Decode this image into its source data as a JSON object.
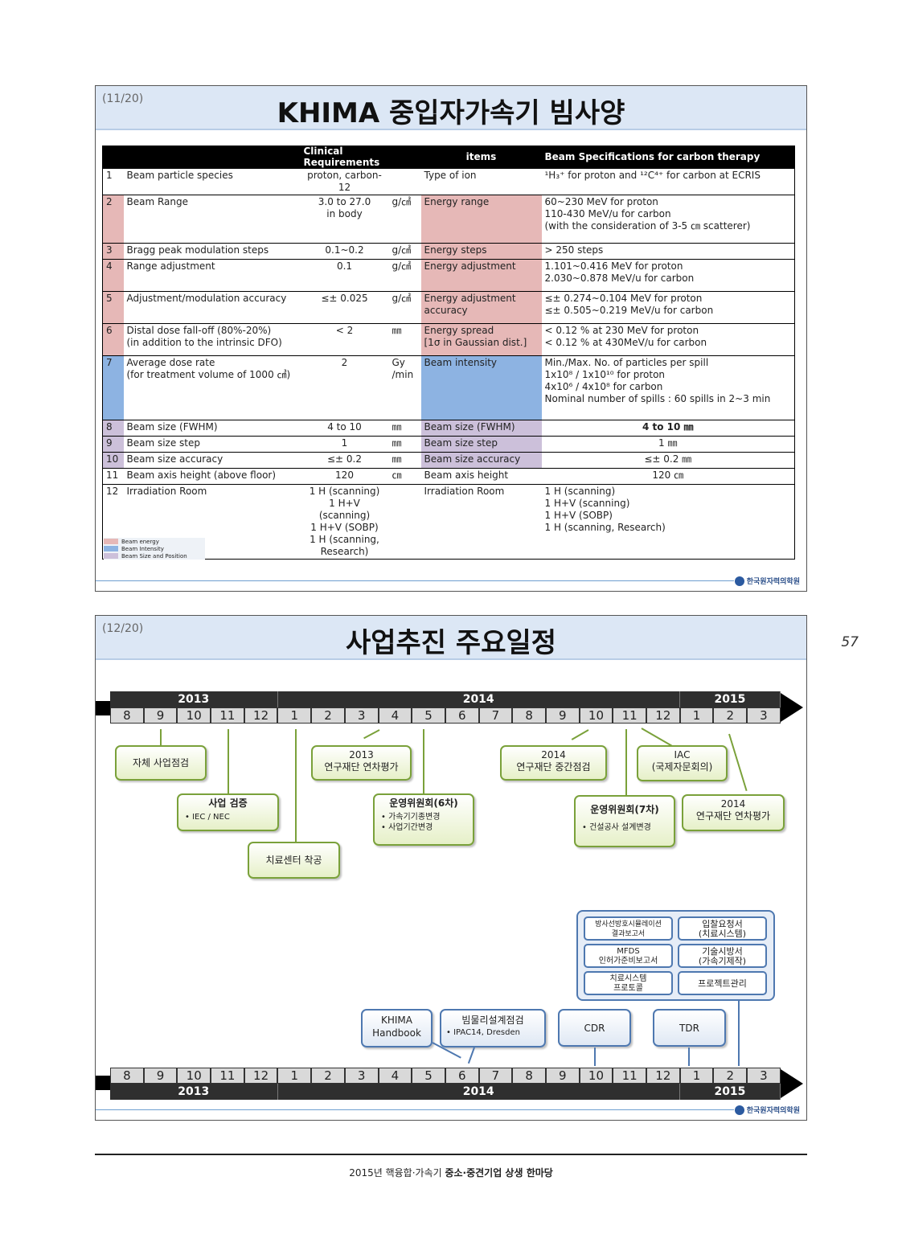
{
  "slide1": {
    "num": "(11/20)",
    "title": "KHIMA 중입자가속기 빔사양",
    "headers": [
      "",
      "",
      "Clinical Requirements",
      "",
      "items",
      "Beam Specifications for carbon therapy"
    ],
    "rows": [
      {
        "no": "1",
        "param": "Beam particle species",
        "req": "proton, carbon-12",
        "unit": "",
        "item": "Type of ion",
        "spec": "¹H₃⁺ for proton and ¹²C⁴⁺ for carbon at ECRIS",
        "cat": ""
      },
      {
        "no": "2",
        "param": "Beam Range",
        "req": "3.0  to  27.0\nin body",
        "unit": "g/㎠",
        "item": "Energy range",
        "spec": "60~230 MeV for proton\n110-430 MeV/u for carbon\n(with the consideration of 3-5 ㎝ scatterer)",
        "cat": "energy"
      },
      {
        "no": "3",
        "param": "Bragg peak modulation steps",
        "req": "0.1~0.2",
        "unit": "g/㎠",
        "item": "Energy steps",
        "spec": "> 250 steps",
        "cat": "energy"
      },
      {
        "no": "4",
        "param": "Range adjustment",
        "req": "0.1",
        "unit": "g/㎠",
        "item": "Energy adjustment",
        "spec": "1.101~0.416 MeV for proton\n2.030~0.878 MeV/u for carbon",
        "cat": "energy"
      },
      {
        "no": "5",
        "param": "Adjustment/modulation accuracy",
        "req": "≤± 0.025",
        "unit": "g/㎠",
        "item": "Energy adjustment\naccuracy",
        "spec": "≤± 0.274~0.104 MeV for proton\n≤± 0.505~0.219 MeV/u for carbon",
        "cat": "energy"
      },
      {
        "no": "6",
        "param": "Distal dose fall-off (80%-20%)\n(in addition to the intrinsic DFO)",
        "req": "< 2",
        "unit": "㎜",
        "item": "Energy spread\n[1σ in Gaussian dist.]",
        "spec": "< 0.12 % at 230 MeV for proton\n< 0.12 % at 430MeV/u for carbon",
        "cat": "energy"
      },
      {
        "no": "7",
        "param": "Average dose rate\n(for treatment volume of 1000 ㎤)",
        "req": "2",
        "unit": "Gy\n/min",
        "item": "Beam intensity",
        "spec": "Min./Max. No. of particles per spill\n1x10⁸ / 1x10¹⁰ for proton\n4x10⁶ / 4x10⁸ for carbon\nNominal number of spills : 60 spills in 2~3 min",
        "cat": "intensity"
      },
      {
        "no": "8",
        "param": "Beam size (FWHM)",
        "req": "4 to 10",
        "unit": "㎜",
        "item": "Beam size (FWHM)",
        "spec": "4 to 10 ㎜",
        "cat": "size"
      },
      {
        "no": "9",
        "param": "Beam size step",
        "req": "1",
        "unit": "㎜",
        "item": "Beam size step",
        "spec": "1 ㎜",
        "cat": "size"
      },
      {
        "no": "10",
        "param": "Beam size accuracy",
        "req": "≤± 0.2",
        "unit": "㎜",
        "item": "Beam size accuracy",
        "spec": "≤± 0.2 ㎜",
        "cat": "size"
      },
      {
        "no": "11",
        "param": "Beam axis height (above floor)",
        "req": "120",
        "unit": "㎝",
        "item": "Beam axis height",
        "spec": "120 ㎝",
        "cat": ""
      },
      {
        "no": "12",
        "param": "Irradiation Room",
        "req": "1 H (scanning)\n1 H+V (scanning)\n1 H+V (SOBP)\n1 H (scanning,\nResearch)",
        "unit": "",
        "item": "Irradiation Room",
        "spec": "1 H (scanning)\n1 H+V (scanning)\n1 H+V (SOBP)\n1 H (scanning, Research)",
        "cat": ""
      }
    ],
    "legend": [
      "Beam energy",
      "Beam Intensity",
      "Beam Size and Position"
    ],
    "logo": "한국원자력의학원"
  },
  "slide2": {
    "num": "(12/20)",
    "title": "사업추진 주요일정",
    "years": [
      "2013",
      "2014",
      "2015"
    ],
    "months": [
      "8",
      "9",
      "10",
      "11",
      "12",
      "1",
      "2",
      "3",
      "4",
      "5",
      "6",
      "7",
      "8",
      "9",
      "10",
      "11",
      "12",
      "1",
      "2",
      "3"
    ],
    "green": {
      "b1": "자체 사업점검",
      "b2_title": "사업 검증",
      "b2_sub": "• IEC / NEC",
      "b3": "치료센터 착공",
      "b4_l1": "2013",
      "b4_l2": "연구재단 연차평가",
      "b5_title": "운영위원회(6차)",
      "b5_sub1": "• 가속기기종변경",
      "b5_sub2": "• 사업기간변경",
      "b6_l1": "2014",
      "b6_l2": "연구재단 중간점검",
      "b7_title": "운영위원회(7차)",
      "b7_sub": "• 건설공사 설계변경",
      "b8_l1": "IAC",
      "b8_l2": "(국제자문회의)",
      "b9_l1": "2014",
      "b9_l2": "연구재단 연차평가"
    },
    "blue": {
      "c1_l1": "KHIMA",
      "c1_l2": "Handbook",
      "c2_title": "빔물리설계점검",
      "c2_sub": "• IPAC14, Dresden",
      "c3": "CDR",
      "c4": "TDR",
      "g1_l1": "방사선방호시뮬레이션",
      "g1_l2": "결과보고서",
      "g2_l1": "입찰요청서",
      "g2_l2": "(치료시스템)",
      "g3_l1": "MFDS",
      "g3_l2": "인허가준비보고서",
      "g4_l1": "기술시방서",
      "g4_l2": "(가속기제작)",
      "g5_l1": "치료시스템",
      "g5_l2": "프로토콜",
      "g6": "프로젝트관리"
    },
    "logo": "한국원자력의학원"
  },
  "page_number": "57",
  "footer": {
    "p1": "2015년 핵융합·가속기 ",
    "p2": "중소·중견기업 상생 한마당"
  },
  "colors": {
    "energy": "#e6b8b7",
    "intensity": "#8db3e2",
    "size": "#ccc0da"
  }
}
